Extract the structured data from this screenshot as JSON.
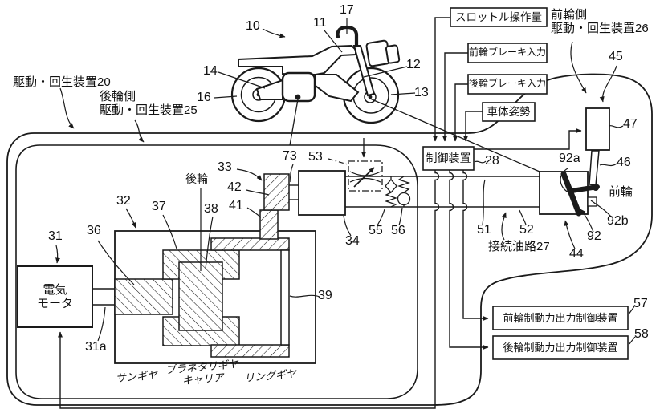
{
  "diagram": {
    "inputs": {
      "throttle": "スロットル操作量",
      "front_brake": "前輪ブレーキ入力",
      "rear_brake": "後輪ブレーキ入力",
      "posture": "車体姿勢"
    },
    "units": {
      "control": "制御装置",
      "motor": "電気\nモータ",
      "front_brake_output": "前輪制動力出力制御装置",
      "rear_brake_output": "後輪制動力出力制御装置"
    },
    "regions": {
      "whole_device": "駆動・回生装置20",
      "rear_side": "後輪側\n駆動・回生装置25",
      "front_side": "前輪側\n駆動・回生装置26",
      "oil_passage": "接続油路27"
    },
    "gears": {
      "sun": "サンギヤ",
      "carrier": "プラネタリギヤ\nキャリア",
      "ring": "リングギヤ"
    },
    "wheels": {
      "front": "前輪",
      "rear": "後輪"
    },
    "refs": {
      "r10": "10",
      "r11": "11",
      "r12": "12",
      "r13": "13",
      "r14": "14",
      "r16": "16",
      "r17": "17",
      "r28": "28",
      "r31": "31",
      "r31a": "31a",
      "r32": "32",
      "r33": "33",
      "r34": "34",
      "r36": "36",
      "r37": "37",
      "r38": "38",
      "r39": "39",
      "r41": "41",
      "r42": "42",
      "r44": "44",
      "r45": "45",
      "r46": "46",
      "r47": "47",
      "r51": "51",
      "r52": "52",
      "r53": "53",
      "r55": "55",
      "r56": "56",
      "r57": "57",
      "r58": "58",
      "r73": "73",
      "r92": "92",
      "r92a": "92a",
      "r92b": "92b"
    },
    "colors": {
      "line": "#1a1a1a",
      "fill": "#ffffff"
    }
  }
}
